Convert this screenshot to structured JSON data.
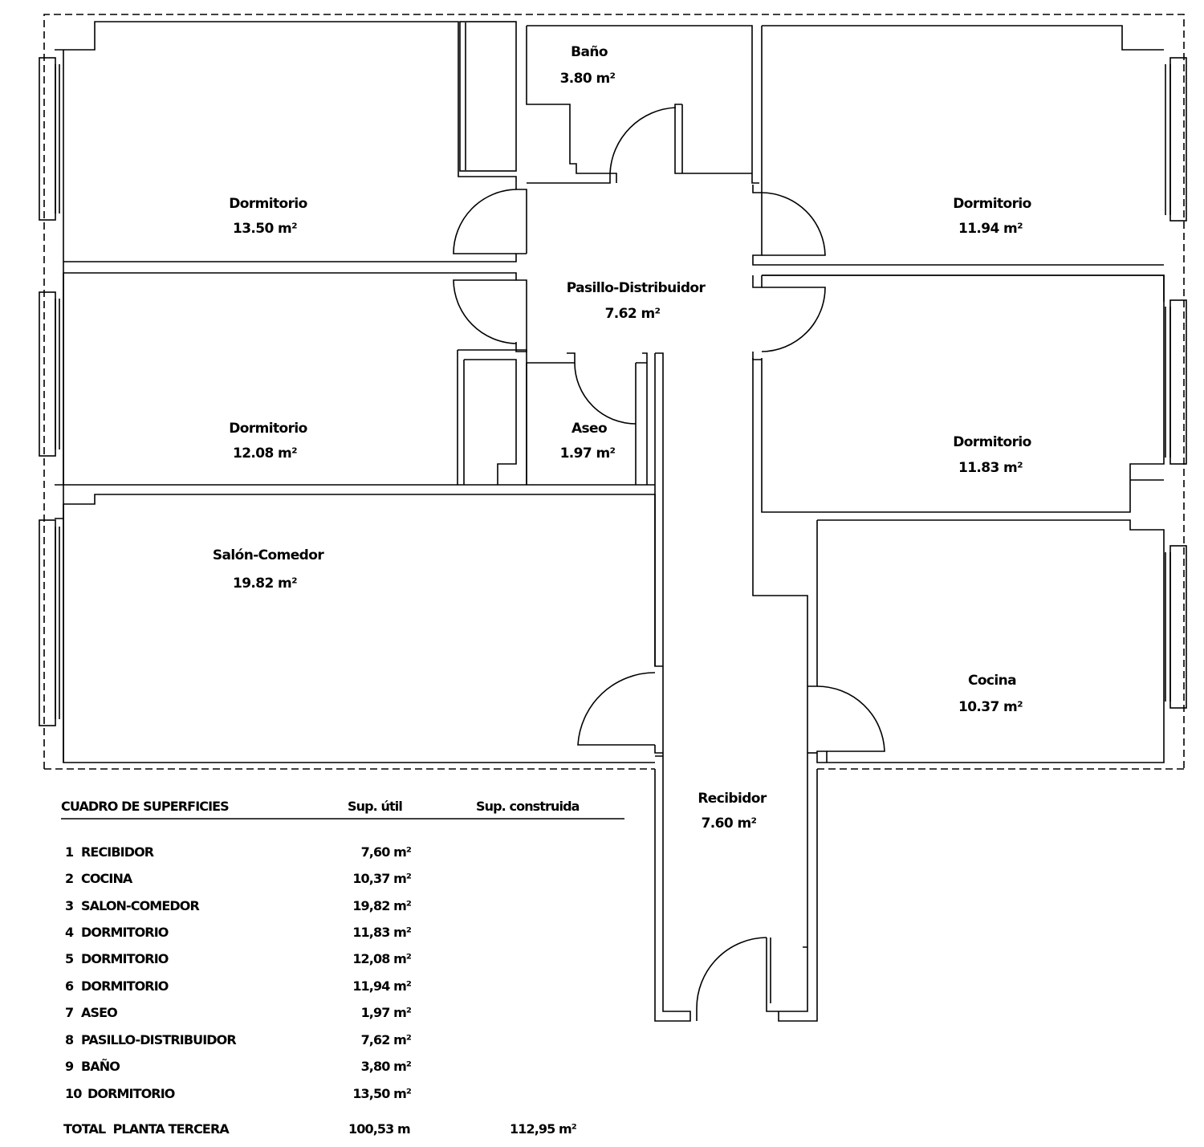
{
  "rooms": {
    "bano": {
      "name": "Baño",
      "area": "3.80 m²"
    },
    "dorm_nw": {
      "name": "Dormitorio",
      "area": "13.50 m²"
    },
    "dorm_ne": {
      "name": "Dormitorio",
      "area": "11.94 m²"
    },
    "pasillo": {
      "name": "Pasillo-Distribuidor",
      "area": "7.62 m²"
    },
    "dorm_w": {
      "name": "Dormitorio",
      "area": "12.08 m²"
    },
    "aseo": {
      "name": "Aseo",
      "area": "1.97 m²"
    },
    "dorm_e": {
      "name": "Dormitorio",
      "area": "11.83 m²"
    },
    "salon": {
      "name": "Salón-Comedor",
      "area": "19.82 m²"
    },
    "cocina": {
      "name": "Cocina",
      "area": "10.37 m²"
    },
    "recibidor": {
      "name": "Recibidor",
      "area": "7.60 m²"
    }
  },
  "table": {
    "title": "CUADRO DE SUPERFICIES",
    "col_util": "Sup. útil",
    "col_construida": "Sup. construida",
    "rows": [
      {
        "num": "1",
        "name": "RECIBIDOR",
        "util": "7,60 m²"
      },
      {
        "num": "2",
        "name": "COCINA",
        "util": "10,37 m²"
      },
      {
        "num": "3",
        "name": "SALON-COMEDOR",
        "util": "19,82 m²"
      },
      {
        "num": "4",
        "name": "DORMITORIO",
        "util": "11,83 m²"
      },
      {
        "num": "5",
        "name": "DORMITORIO",
        "util": "12,08 m²"
      },
      {
        "num": "6",
        "name": "DORMITORIO",
        "util": "11,94 m²"
      },
      {
        "num": "7",
        "name": "ASEO",
        "util": "1,97 m²"
      },
      {
        "num": "8",
        "name": "PASILLO-DISTRIBUIDOR",
        "util": "7,62 m²"
      },
      {
        "num": "9",
        "name": "BAÑO",
        "util": "3,80 m²"
      },
      {
        "num": "10",
        "name": "DORMITORIO",
        "util": "13,50 m²"
      }
    ],
    "total_label": "TOTAL  PLANTA TERCERA",
    "total_util": "100,53 m",
    "total_construida": "112,95 m²"
  }
}
